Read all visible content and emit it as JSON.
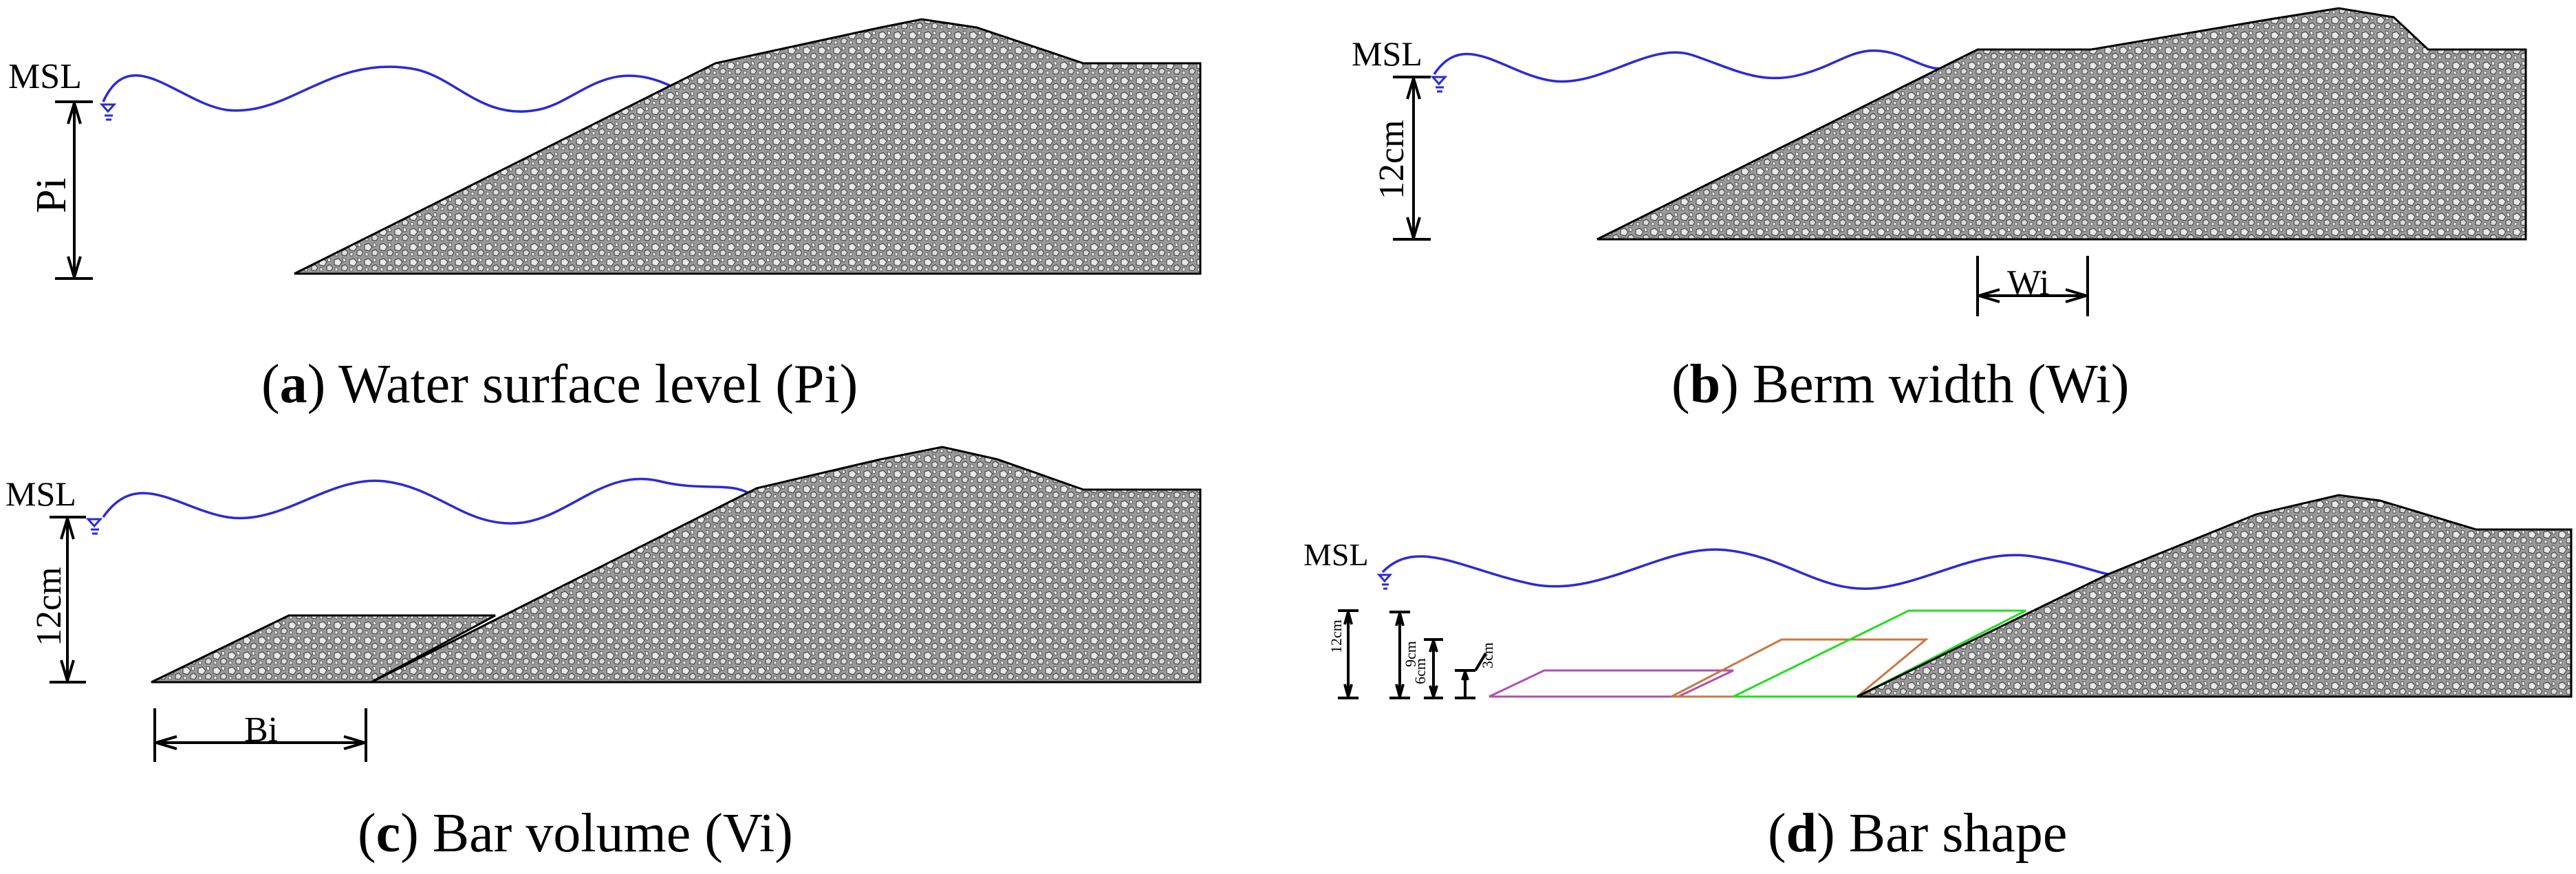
{
  "panels": {
    "a": {
      "msl": "MSL",
      "dim": "Pi",
      "caption_tag": "a",
      "caption_text": "Water surface level (Pi)"
    },
    "b": {
      "msl": "MSL",
      "dim_depth": "12cm",
      "dim_width": "Wi",
      "caption_tag": "b",
      "caption_text": "Berm width (Wi)"
    },
    "c": {
      "msl": "MSL",
      "dim_depth": "12cm",
      "dim_width": "Bi",
      "caption_tag": "c",
      "caption_text": "Bar volume (Vi)"
    },
    "d": {
      "msl": "MSL",
      "dim_12": "12cm",
      "dim_9": "9cm",
      "dim_6": "6cm",
      "dim_3": "3cm",
      "caption_tag": "d",
      "caption_text": "Bar shape"
    }
  },
  "colors": {
    "wave": "#2a2ad8",
    "gravel": "#8c8c8c",
    "bar_purple": "#b050b0",
    "bar_orange": "#c87840",
    "bar_green": "#22dd22"
  }
}
